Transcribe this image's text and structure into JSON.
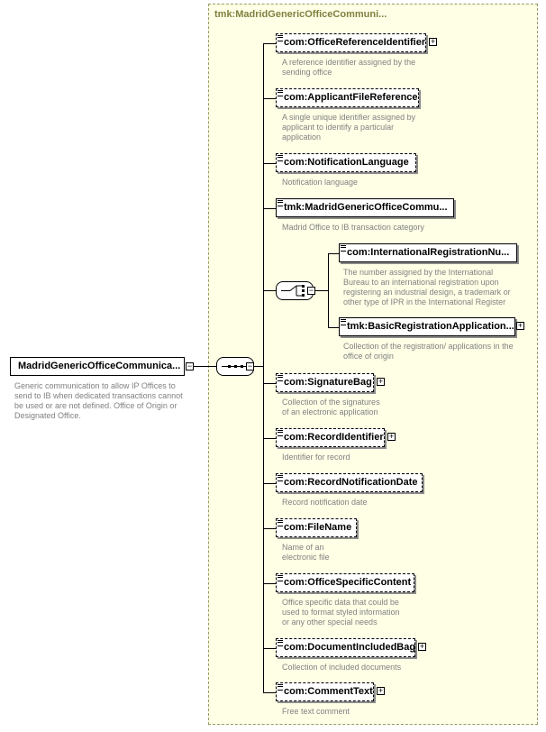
{
  "group": {
    "title": "tmk:MadridGenericOfficeCommuni..."
  },
  "root": {
    "label": "MadridGenericOfficeCommunica...",
    "desc": [
      "Generic communication to allow IP Offices to",
      "send to IB when dedicated transactions cannot",
      "be used or are not defined. Office of Origin or",
      "Designated Office."
    ]
  },
  "elements": [
    {
      "label": "com:OfficeReferenceIdentifier",
      "desc": [
        "A reference identifier assigned by the",
        "sending office"
      ]
    },
    {
      "label": "com:ApplicantFileReference",
      "desc": [
        "A single unique identifier assigned by",
        "applicant to identify a particular",
        "application"
      ]
    },
    {
      "label": "com:NotificationLanguage",
      "desc": [
        "Notification language"
      ]
    },
    {
      "label": "tmk:MadridGenericOfficeCommu...",
      "desc": [
        "Madrid Office to IB transaction category"
      ]
    },
    {
      "label": "com:InternationalRegistrationNu...",
      "desc": [
        "The number assigned by the International",
        "Bureau to an international registration upon",
        "registering an industrial design, a trademark or",
        "other type of IPR in the International Register"
      ]
    },
    {
      "label": "tmk:BasicRegistrationApplication...",
      "desc": [
        "Collection of the registration/ applications in the",
        "office of origin"
      ]
    },
    {
      "label": "com:SignatureBag",
      "desc": [
        "Collection of the signatures",
        "of an electronic application"
      ]
    },
    {
      "label": "com:RecordIdentifier",
      "desc": [
        "Identifier for record"
      ]
    },
    {
      "label": "com:RecordNotificationDate",
      "desc": [
        "Record notification date"
      ]
    },
    {
      "label": "com:FileName",
      "desc": [
        "Name of an",
        "electronic file"
      ]
    },
    {
      "label": "com:OfficeSpecificContent",
      "desc": [
        "Office specific data that could be",
        "used to format styled information",
        "or any other special needs"
      ]
    },
    {
      "label": "com:DocumentIncludedBag",
      "desc": [
        "Collection of included documents"
      ]
    },
    {
      "label": "com:CommentText",
      "desc": [
        "Free text comment"
      ]
    }
  ],
  "icons": {
    "sequence": "sequence-compositor-icon",
    "choice": "choice-compositor-icon",
    "expand": "expand-plus-icon",
    "collapse": "collapse-minus-icon"
  }
}
